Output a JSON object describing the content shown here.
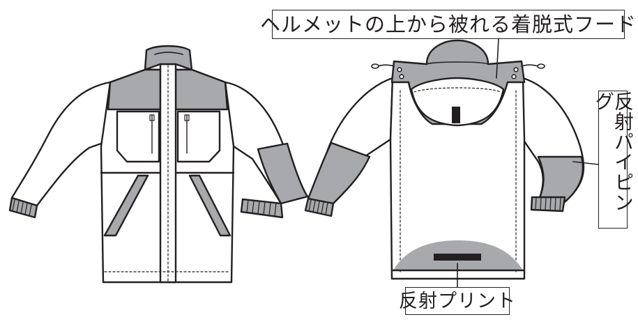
{
  "callouts": {
    "hood": "ヘルメットの上から被れる着脱式フード",
    "piping": "反射パイピング",
    "print": "反射プリント"
  },
  "colors": {
    "outline": "#231f20",
    "fabric": "#ffffff",
    "accent_gray": "#a7a9ac",
    "reflective_bar": "#231f20"
  },
  "figures": [
    "jacket-front",
    "jacket-back"
  ]
}
